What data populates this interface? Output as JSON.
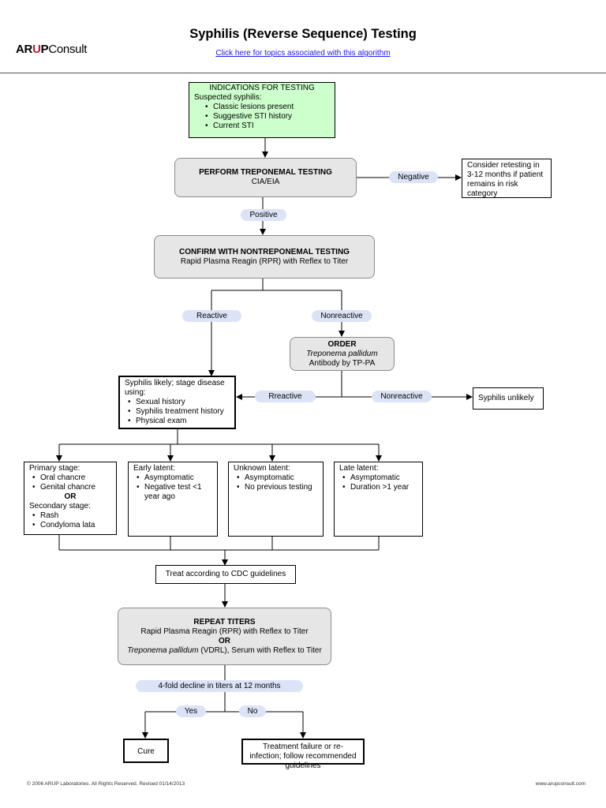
{
  "header": {
    "logo_a": "AR",
    "logo_u": "U",
    "logo_p": "P",
    "logo_consult": "Consult",
    "title": "Syphilis (Reverse Sequence) Testing",
    "link": "Click here for topics associated with this algorithm"
  },
  "indications": {
    "heading": "INDICATIONS FOR TESTING",
    "subheading": "Suspected syphilis:",
    "items": [
      "Classic lesions present",
      "Suggestive STI history",
      "Current STI"
    ]
  },
  "treponemal": {
    "title": "PERFORM TREPONEMAL TESTING",
    "sub": "CIA/EIA"
  },
  "negative_label": "Negative",
  "retest_text": "Consider retesting in 3-12 months if patient remains in risk category",
  "positive_label": "Positive",
  "nontreponemal": {
    "title": "CONFIRM WITH NONTREPONEMAL TESTING",
    "sub": "Rapid Plasma Reagin (RPR) with Reflex to Titer"
  },
  "reactive_label": "Reactive",
  "nonreactive_label": "Nonreactive",
  "order": {
    "title": "ORDER",
    "italic": "Treponema pallidum",
    "sub": "Antibody by TP-PA"
  },
  "rreactive_label": "Rreactive",
  "nonreactive2_label": "Nonreactive",
  "unlikely_text": "Syphilis unlikely",
  "likely": {
    "heading": "Syphilis likely; stage disease using:",
    "items": [
      "Sexual history",
      "Syphilis treatment history",
      "Physical exam"
    ]
  },
  "stages": {
    "primary": {
      "heading": "Primary stage:",
      "items": [
        "Oral chancre",
        "Genital chancre"
      ],
      "or": "OR",
      "secondary": "Secondary stage:",
      "items2": [
        "Rash",
        "Condyloma lata"
      ]
    },
    "early": {
      "heading": "Early latent:",
      "items": [
        "Asymptomatic",
        "Negative test <1 year ago"
      ]
    },
    "unknown": {
      "heading": "Unknown latent:",
      "items": [
        "Asymptomatic",
        "No previous testing"
      ]
    },
    "late": {
      "heading": "Late latent:",
      "items": [
        "Asymptomatic",
        "Duration >1 year"
      ]
    }
  },
  "treat_text": "Treat according to CDC guidelines",
  "repeat": {
    "title": "REPEAT TITERS",
    "line1": "Rapid Plasma Reagin (RPR) with Reflex to Titer",
    "or": "OR",
    "line2_italic": "Treponema pallidum",
    "line2_rest": " (VDRL), Serum with Reflex to Titer"
  },
  "decline_label": "4-fold decline in titers at 12 months",
  "yes_label": "Yes",
  "no_label": "No",
  "cure_text": "Cure",
  "failure_text": "Treatment failure or re-infection; follow recommended guidelines",
  "footer": {
    "copyright": "© 2006 ARUP Laboratories. All Rights Reserved. Revised 01/14/2013",
    "url": "www.arupconsult.com"
  }
}
